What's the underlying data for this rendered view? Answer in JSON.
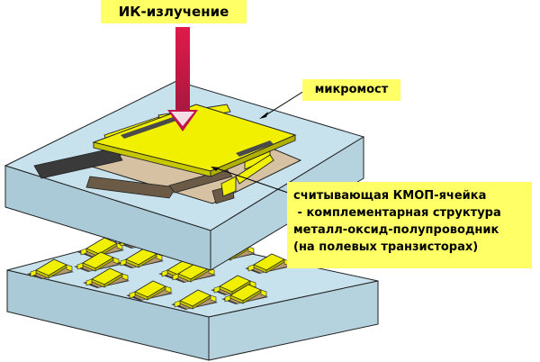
{
  "labels": {
    "ir_radiation": "ИК-излучение",
    "microbridge": "микромост",
    "cmos_cell": {
      "line1": "считывающая КМОП-ячейка",
      "line2": " - комплементарная структура",
      "line3": "металл-оксид-полупроводник",
      "line4": "(на полевых транзисторах)"
    }
  },
  "colors": {
    "label_bg": "#ffff66",
    "substrate_top": "#c7e2ec",
    "substrate_side": "#a9cad6",
    "microbridge": "#f0f000",
    "readout_layer": "#d6c2a2",
    "ir_arrow": "#c2144c"
  }
}
